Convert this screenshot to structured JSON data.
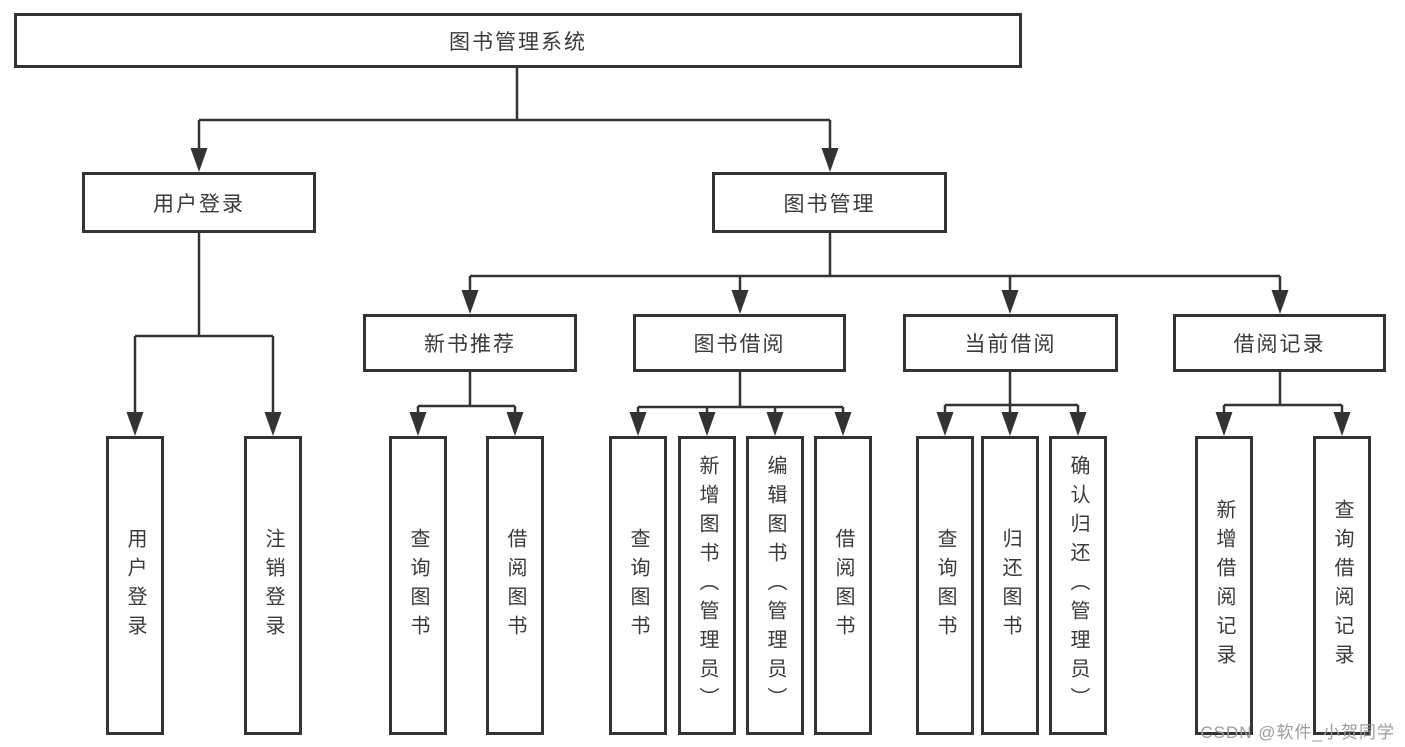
{
  "tree": {
    "root": {
      "label": "图书管理系统"
    },
    "branches": [
      {
        "label": "用户登录",
        "children": [
          {
            "label": "用户登录"
          },
          {
            "label": "注销登录"
          }
        ]
      },
      {
        "label": "图书管理",
        "children": [
          {
            "label": "新书推荐",
            "children": [
              {
                "label": "查询图书"
              },
              {
                "label": "借阅图书"
              }
            ]
          },
          {
            "label": "图书借阅",
            "children": [
              {
                "label": "查询图书"
              },
              {
                "label": "新增图书（管理员）"
              },
              {
                "label": "编辑图书（管理员）"
              },
              {
                "label": "借阅图书"
              }
            ]
          },
          {
            "label": "当前借阅",
            "children": [
              {
                "label": "查询图书"
              },
              {
                "label": "归还图书"
              },
              {
                "label": "确认归还（管理员）"
              }
            ]
          },
          {
            "label": "借阅记录",
            "children": [
              {
                "label": "新增借阅记录"
              },
              {
                "label": "查询借阅记录"
              }
            ]
          }
        ]
      }
    ]
  },
  "watermark": {
    "text": "CSDN @软件_小贺同学"
  },
  "colors": {
    "line": "#333333",
    "box_border": "#333333",
    "text": "#3a3a3a",
    "watermark": "#9c9c9c",
    "background": "#ffffff"
  }
}
